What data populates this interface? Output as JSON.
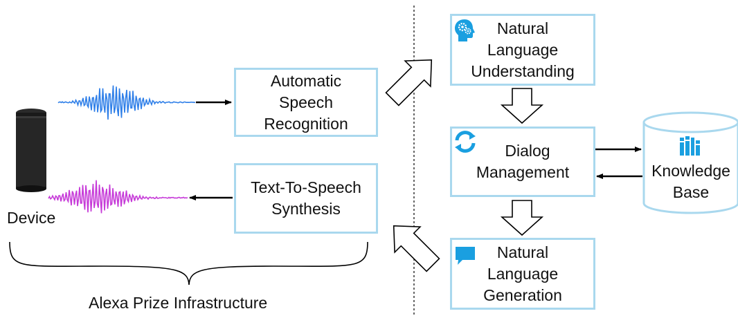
{
  "asr_box": {
    "lines": [
      "Automatic",
      "Speech",
      "Recognition"
    ]
  },
  "tts_box": {
    "lines": [
      "Text-To-Speech",
      "Synthesis"
    ]
  },
  "nlu_box": {
    "lines": [
      "Natural",
      "Language",
      "Understanding"
    ]
  },
  "dm_box": {
    "lines": [
      "Dialog",
      "Management"
    ]
  },
  "nlg_box": {
    "lines": [
      "Natural",
      "Language",
      "Generation"
    ]
  },
  "kb": {
    "lines": [
      "Knowledge",
      "Base"
    ]
  },
  "device_label": "Device",
  "infrastructure_label": "Alexa Prize Infrastructure",
  "colors": {
    "box_border": "#a9d8ee",
    "icon_blue": "#1a9fe0",
    "input_wave": "#2f7fe8",
    "output_wave": "#c63ad8"
  },
  "icons": [
    "brain-gears-icon",
    "refresh-cycle-icon",
    "speech-bubble-icon",
    "books-icon",
    "echo-device-icon"
  ]
}
